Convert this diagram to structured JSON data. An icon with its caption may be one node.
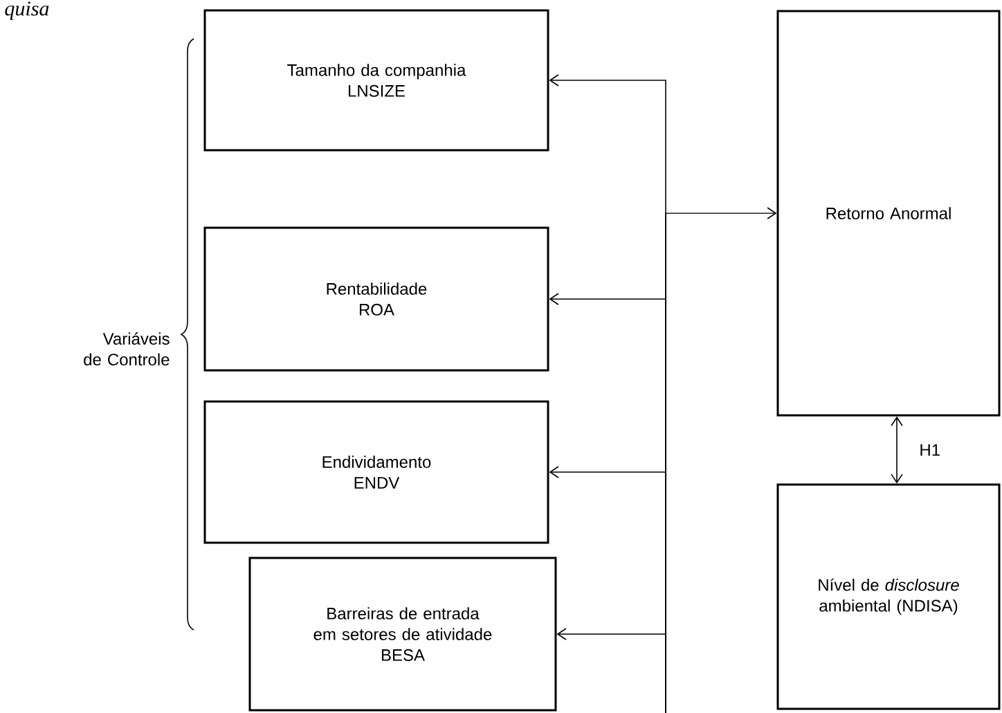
{
  "diagram": {
    "nodes": [
      {
        "text": [
          "Tamanho da companhia",
          "LNSIZE"
        ]
      },
      {
        "text": [
          "Rentabilidade",
          "ROA"
        ]
      },
      {
        "text": [
          "Endividamento",
          "ENDV"
        ]
      },
      {
        "text": [
          "Barreiras de entrada em setores de atividade",
          "BESA"
        ]
      },
      {
        "text": [
          "Retorno Anormal"
        ]
      },
      {
        "text": [
          "Nível de *disclosure* ambiental (NDISA)"
        ]
      }
    ],
    "edges": [
      {
        "from": null,
        "to": 0,
        "arrow": "to"
      },
      {
        "from": null,
        "to": 1,
        "arrow": "to"
      },
      {
        "from": null,
        "to": 2,
        "arrow": "to"
      },
      {
        "from": null,
        "to": 3,
        "arrow": "to"
      },
      {
        "from": null,
        "to": 4,
        "arrow": "to"
      },
      {
        "from": 4,
        "to": 5,
        "arrow": "both",
        "label": "H1"
      }
    ],
    "labels": [
      "quisa",
      "Variáveis de Controle"
    ]
  }
}
